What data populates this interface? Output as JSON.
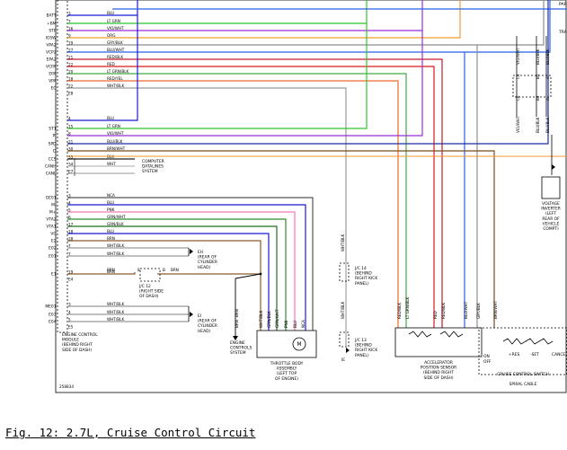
{
  "figure_caption": "Fig. 12: 2.7L, Cruise Control Circuit",
  "figure_id": "258834",
  "colors": {
    "BLU": "#1a1ad8",
    "LT GRN": "#2fc42f",
    "VIO/WHT": "#9b2fd8",
    "ORG": "#f29a2e",
    "GRY/BLK": "#8e8e8e",
    "BLU/WHT": "#2b62e6",
    "RED/BLK": "#c21a2e",
    "RED": "#e01818",
    "LT GRN/BLK": "#44aa44",
    "RED/YEL": "#e86a2a",
    "WHT/BLK": "#9a9a9a",
    "BRN/WHT": "#7a4b22",
    "BLU/BLK": "#1a2ea0",
    "BRN": "#8b5a2b",
    "BLK": "#222222",
    "WHT": "#bbbbbb",
    "PNK": "#ef7ab5",
    "GRN/WHT": "#2e8c2e",
    "GRN/BLK": "#1f6f1f",
    "NCA": "#555555"
  },
  "ecm": {
    "label_lines": [
      "ENGINE CONTROL",
      "MODULE",
      "(BEHIND RIGHT",
      "SIDE OF DASH)"
    ],
    "pins_top": [
      {
        "name": "BATT",
        "num": "3",
        "wire": "BLU"
      },
      {
        "name": "+BM",
        "num": "7",
        "wire": "LT GRN"
      },
      {
        "name": "STP",
        "num": "16",
        "wire": "VIO/WHT"
      },
      {
        "name": "IGSW",
        "num": "9",
        "wire": "ORG"
      },
      {
        "name": "VPA2",
        "num": "19",
        "wire": "GRY/BLK"
      },
      {
        "name": "VCP2",
        "num": "27",
        "wire": "BLU/WHT"
      },
      {
        "name": "EPA2",
        "num": "21",
        "wire": "RED/BLK"
      },
      {
        "name": "VCPA",
        "num": "22",
        "wire": "RED"
      },
      {
        "name": "EPA",
        "num": "20",
        "wire": "LT GRN/BLK"
      },
      {
        "name": "VPA",
        "num": "18",
        "wire": "RED/YEL"
      },
      {
        "name": "EC",
        "num": "22",
        "wire": "WHT/BLK"
      },
      {
        "name": "",
        "num": "E8",
        "wire": ""
      }
    ],
    "pins_mid": [
      {
        "name": "",
        "num": "4",
        "wire": "BLU"
      },
      {
        "name": "ST1",
        "num": "15",
        "wire": "LT GRN"
      },
      {
        "name": "PI",
        "num": "8",
        "wire": "VIO/WHT"
      },
      {
        "name": "SPD",
        "num": "21",
        "wire": "BLU/BLK"
      },
      {
        "name": "D",
        "num": "30",
        "wire": "BRN/WHT"
      },
      {
        "name": "CCS",
        "num": "33",
        "wire": "BLK"
      },
      {
        "name": "CANH",
        "num": "34",
        "wire": "WHT"
      },
      {
        "name": "CANL",
        "num": "E7",
        "wire": ""
      }
    ],
    "pins_low": [
      {
        "name": "GE01",
        "num": "3",
        "wire": "NCA"
      },
      {
        "name": "M-",
        "num": "4",
        "wire": "BLU"
      },
      {
        "name": "M+",
        "num": "5",
        "wire": "PNK"
      },
      {
        "name": "VTA2",
        "num": "6",
        "wire": "GRN/WHT"
      },
      {
        "name": "VTA1",
        "num": "17",
        "wire": "GRN/BLK"
      },
      {
        "name": "VC",
        "num": "18",
        "wire": "BLU"
      },
      {
        "name": "E2",
        "num": "28",
        "wire": "BRN"
      },
      {
        "name": "E02",
        "num": "7",
        "wire": "WHT/BLK"
      },
      {
        "name": "E01",
        "num": "7",
        "wire": "WHT/BLK"
      },
      {
        "name": "E1",
        "num": "19",
        "wire": "BRN"
      },
      {
        "name": "",
        "num": "E4",
        "wire": ""
      }
    ],
    "pins_bottom": [
      {
        "name": "ME01",
        "num": "3",
        "wire": "WHT/BLK"
      },
      {
        "name": "E03",
        "num": "4",
        "wire": "WHT/BLK"
      },
      {
        "name": "E04",
        "num": "5",
        "wire": "WHT/BLK"
      },
      {
        "name": "",
        "num": "E5",
        "wire": ""
      }
    ]
  },
  "computer_datalines": [
    "COMPUTER",
    "DATALINES",
    "SYSTEM"
  ],
  "ground_eh": [
    "EH",
    "(REAR OF",
    "CYLINDER",
    "HEAD)"
  ],
  "ground_ei": [
    "EI",
    "(REAR OF",
    "CYLINDER",
    "HEAD)"
  ],
  "jc12": {
    "label": [
      "J/C 12",
      "(RIGHT SIDE",
      "OF DASH)"
    ],
    "pin_a": "8",
    "pin_b": "B"
  },
  "jc14": {
    "label": [
      "J/C 14",
      "(BEHIND",
      "RIGHT KICK",
      "PANEL)"
    ]
  },
  "jc13": {
    "label": [
      "J/C 13",
      "(BEHIND",
      "RIGHT KICK",
      "PANEL)"
    ]
  },
  "ie_label": "IE",
  "engine_controls": [
    "ENGINE",
    "CONTROLS",
    "SYSTEM"
  ],
  "throttle": {
    "label": [
      "THROTTLE BODY",
      "ASSEMBLY",
      "(LEFT TOP",
      "OF ENGINE)"
    ],
    "motor": "M",
    "wires": [
      "BRN",
      "WHT/BLK",
      "GRN/BLK",
      "GRN/WHT",
      "PNK",
      "BLU",
      "NCA"
    ]
  },
  "accel": {
    "label": [
      "ACCELERATOR",
      "POSITION SENSOR",
      "(BEHIND RIGHT",
      "SIDE OF DASH)"
    ],
    "wires": [
      "RED/BLK",
      "LT GRN/BLK",
      "RED",
      "RED/BLK",
      "BLU/WHT",
      "GRY/BLK"
    ]
  },
  "cruise_switch": {
    "label": "CRUISE CONTROL SWITCH",
    "spiral": "SPIRAL CABLE",
    "positions": [
      "ON",
      "OFF",
      "+RES",
      "-SET",
      "CANCEL"
    ],
    "wire": "BRN/WHT"
  },
  "voltage_inverter": [
    "VOLTAGE",
    "INVERTER",
    "(LEFT",
    "REAR OF",
    "VEHICLE",
    "COMPT)"
  ],
  "top_right": {
    "labels": [
      "PAR",
      "TRA"
    ]
  },
  "right_connectors": {
    "upper_wires": [
      "VIO/WHT",
      "BLU/BLK",
      "BLU/BLK"
    ],
    "upper_pins": [
      "C5",
      "B5",
      "A"
    ],
    "lower_wires": [
      "VIO/WHT",
      "BLU/BLK",
      "BLU/BLK"
    ],
    "lower_pins": [
      "C6",
      "B4",
      "A"
    ]
  },
  "jc_wire_labels": {
    "jc14": "WHT/BLK",
    "jc13": "WHT/BLK"
  }
}
